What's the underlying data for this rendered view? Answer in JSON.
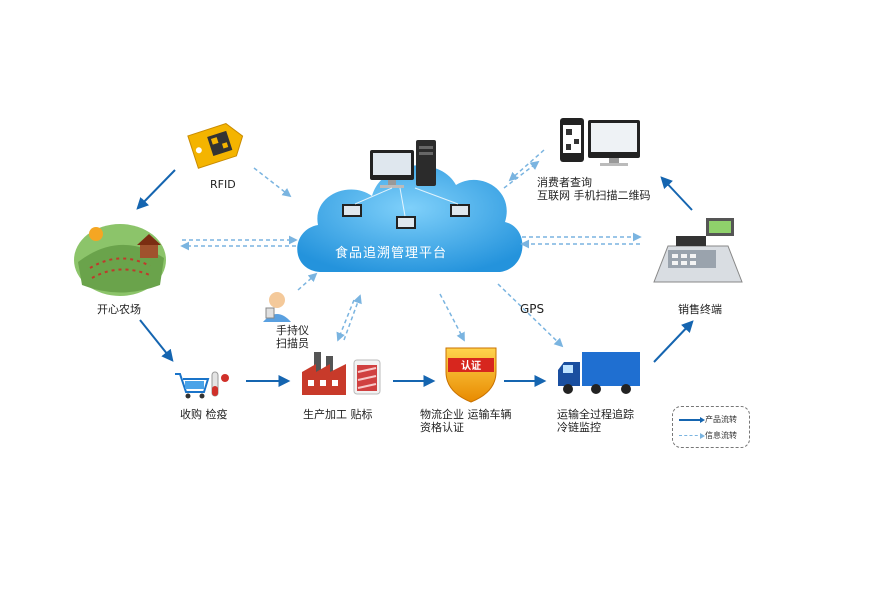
{
  "platform": {
    "title": "食品追溯管理平台"
  },
  "nodes": {
    "rfid": "RFID",
    "farm": "开心农场",
    "scanner": [
      "手持仪",
      "扫描员"
    ],
    "purchase": "收购 检疫",
    "processing": "生产加工 贴标",
    "logistics": [
      "物流企业 运输车辆",
      "资格认证"
    ],
    "transport": [
      "运输全过程追踪",
      "冷链监控"
    ],
    "retail": "销售终端",
    "consumer": [
      "消费者查询",
      "互联网 手机扫描二维码"
    ],
    "gps": "GPS",
    "cert_badge": "认证"
  },
  "legend": {
    "product_flow": "产品流转",
    "info_flow": "信息流转"
  },
  "colors": {
    "product_arrow": "#1565b0",
    "info_arrow": "#7ab4e0",
    "cloud": "#3aa6e8",
    "truck": "#1f6fd1"
  },
  "icons": [
    "rfid-tag-icon",
    "farm-icon",
    "scanner-person-icon",
    "shopping-cart-icon",
    "factory-icon",
    "certification-shield-icon",
    "truck-icon",
    "cash-register-icon",
    "phone-qr-icon",
    "monitor-icon",
    "server-icon"
  ]
}
